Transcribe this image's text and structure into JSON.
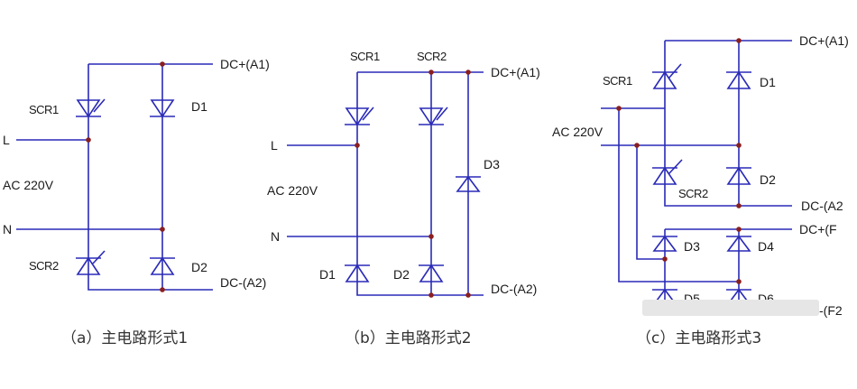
{
  "colors": {
    "wire": "#2a2ab8",
    "junction": "#8a1f1f",
    "text": "#1a1a1a"
  },
  "diagram_a": {
    "caption": "（a）主电路形式1",
    "dc_plus": "DC+(A1)",
    "dc_minus": "DC-(A2)",
    "scr_top": "SCR1",
    "scr_bottom": "SCR2",
    "diode_top": "D1",
    "diode_bottom": "D2",
    "line_l": "L",
    "line_n": "N",
    "ac": "AC 220V"
  },
  "diagram_b": {
    "caption": "（b）主电路形式2",
    "dc_plus": "DC+(A1)",
    "dc_minus": "DC-(A2)",
    "scr1": "SCR1",
    "scr2": "SCR2",
    "diode1": "D1",
    "diode2": "D2",
    "diode3": "D3",
    "line_l": "L",
    "line_n": "N",
    "ac": "AC 220V"
  },
  "diagram_c": {
    "caption": "（c）主电路形式3",
    "dc_plus_a1": "DC+(A1)",
    "dc_minus_a2": "DC-(A2",
    "dc_plus_f": "DC+(F",
    "dc_minus_f": "-(F2",
    "scr1": "SCR1",
    "scr2": "SCR2",
    "d1": "D1",
    "d2": "D2",
    "d3": "D3",
    "d4": "D4",
    "d5": "D5",
    "d6": "D6",
    "ac": "AC 220V"
  }
}
